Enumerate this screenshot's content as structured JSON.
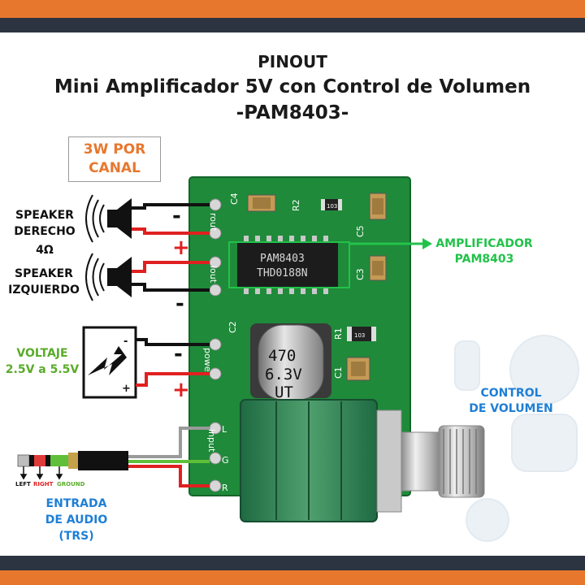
{
  "title": {
    "line1": "PINOUT",
    "line2": "Mini Amplificador 5V con Control de Volumen",
    "line3": "-PAM8403-"
  },
  "power_box": {
    "line1": "3W POR",
    "line2": "CANAL"
  },
  "speaker_right": {
    "line1": "SPEAKER",
    "line2": "DERECHO"
  },
  "impedance": "4Ω",
  "speaker_left": {
    "line1": "SPEAKER",
    "line2": "IZQUIERDO"
  },
  "voltage": {
    "line1": "VOLTAJE",
    "line2": "2.5V a 5.5V"
  },
  "amplifier": {
    "line1": "AMPLIFICADOR",
    "line2": "PAM8403"
  },
  "volume_control": {
    "line1": "CONTROL",
    "line2": "DE VOLUMEN"
  },
  "audio_input": {
    "line1": "ENTRADA",
    "line2": "DE AUDIO",
    "line3": "(TRS)"
  },
  "jack_labels": {
    "left": "LEFT",
    "right": "RIGHT",
    "ground": "GROUND"
  },
  "polarity": {
    "minus": "-",
    "plus": "+"
  },
  "pcb": {
    "silk_rout": "rout",
    "silk_lout": "lout",
    "silk_power": "power",
    "silk_input": "input",
    "pin_l": "L",
    "pin_g": "G",
    "pin_r": "R",
    "chip_line1": "PAM8403",
    "chip_line2": "THD0188N",
    "cap_line1": "470",
    "cap_line2": "6.3V",
    "cap_line3": "UT",
    "c4": "C4",
    "r2": "R2",
    "c5": "C5",
    "c3": "C3",
    "c2": "C2",
    "r1": "R1",
    "c1": "C1",
    "res_code": "103"
  },
  "colors": {
    "accent_orange": "#e8772e",
    "dark_band": "#2b3440",
    "label_green": "#5aab2a",
    "amp_green": "#22c24a",
    "label_blue": "#1e7fd6",
    "pcb_green": "#1f8a3a",
    "wire_red": "#e02020",
    "wire_black": "#111111"
  }
}
